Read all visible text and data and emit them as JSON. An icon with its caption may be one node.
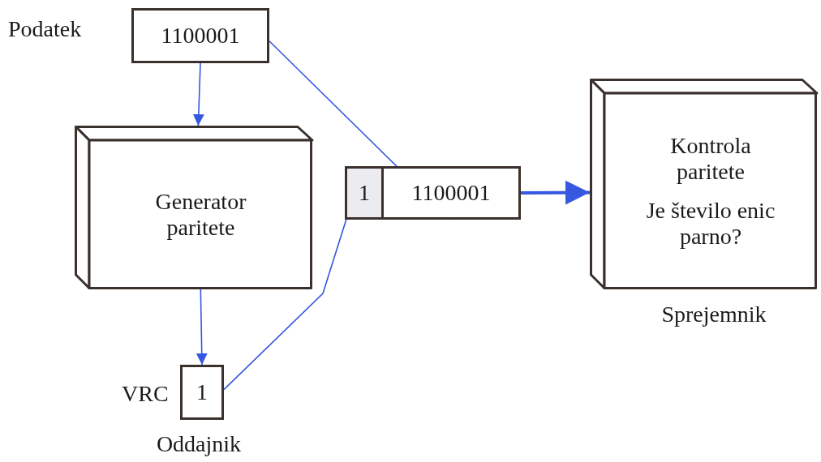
{
  "diagram": {
    "nodes": [
      {
        "text": [
          "1100001"
        ],
        "beside": [
          "Podatek"
        ]
      },
      {
        "text": [
          "Generator paritete"
        ]
      },
      {
        "text": [
          "1"
        ],
        "beside": [
          "VRC"
        ]
      },
      {
        "text": [
          "1"
        ]
      },
      {
        "text": [
          "1100001"
        ]
      },
      {
        "text": [
          "Kontrola paritete",
          "Je število enic parno?"
        ],
        "beside": [
          "Sprejemnik"
        ]
      }
    ],
    "edges": [
      {
        "from": 0,
        "to": 1,
        "arrow": "to"
      },
      {
        "from": 1,
        "to": 2,
        "arrow": "to"
      },
      {
        "from": 0,
        "to": 4,
        "arrow": "to"
      },
      {
        "from": 2,
        "to": 3,
        "arrow": "to"
      },
      {
        "from": 4,
        "to": 5,
        "arrow": "to",
        "style": "thick"
      }
    ],
    "labels": [
      "Oddajnik"
    ]
  }
}
